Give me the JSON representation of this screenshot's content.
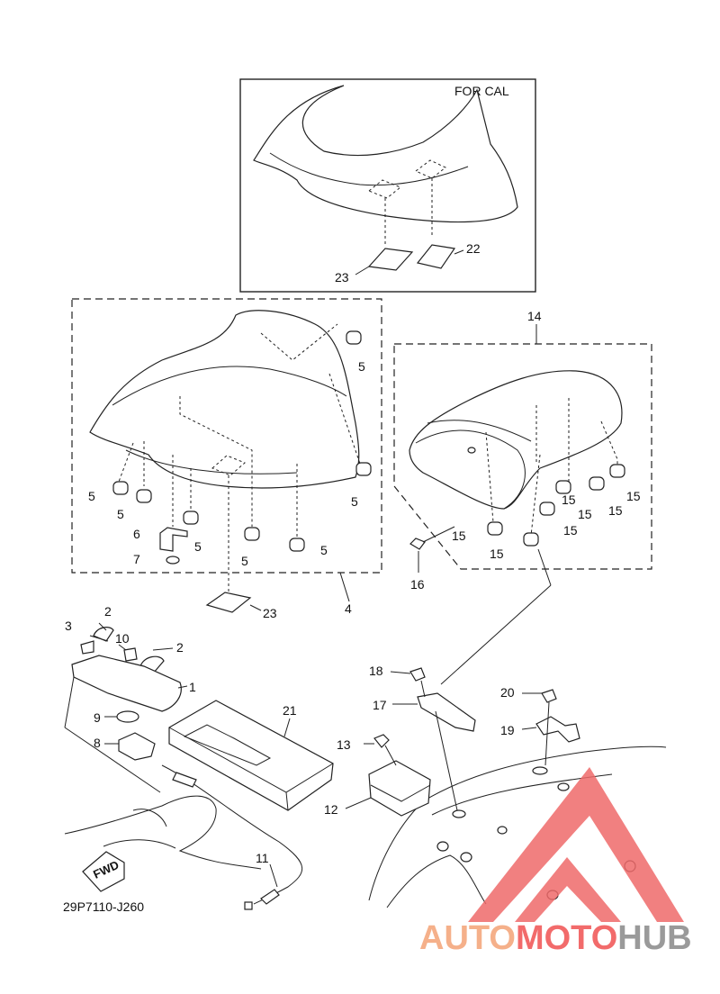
{
  "diagram": {
    "inset_label": "FOR CAL",
    "drawing_code": "29P7110-J260",
    "fwd_label": "FWD",
    "callouts": {
      "c1": "1",
      "c2a": "2",
      "c2b": "2",
      "c3": "3",
      "c4": "4",
      "c5a": "5",
      "c5b": "5",
      "c5c": "5",
      "c5d": "5",
      "c5e": "5",
      "c5f": "5",
      "c5g": "5",
      "c6": "6",
      "c7": "7",
      "c8": "8",
      "c9": "9",
      "c10": "10",
      "c11": "11",
      "c12": "12",
      "c13": "13",
      "c14": "14",
      "c15a": "15",
      "c15b": "15",
      "c15c": "15",
      "c15d": "15",
      "c15e": "15",
      "c15f": "15",
      "c15g": "15",
      "c16": "16",
      "c17": "17",
      "c18": "18",
      "c19": "19",
      "c20": "20",
      "c21": "21",
      "c22": "22",
      "c23a": "23",
      "c23b": "23"
    }
  },
  "watermark": {
    "part_auto": "AUTO",
    "part_moto": "MOTO",
    "part_hub": "HUB",
    "color_auto": "#f5b08a",
    "color_moto": "#f26b6b",
    "color_hub": "#9a9a9a",
    "logo_color": "#ef6a6a"
  }
}
